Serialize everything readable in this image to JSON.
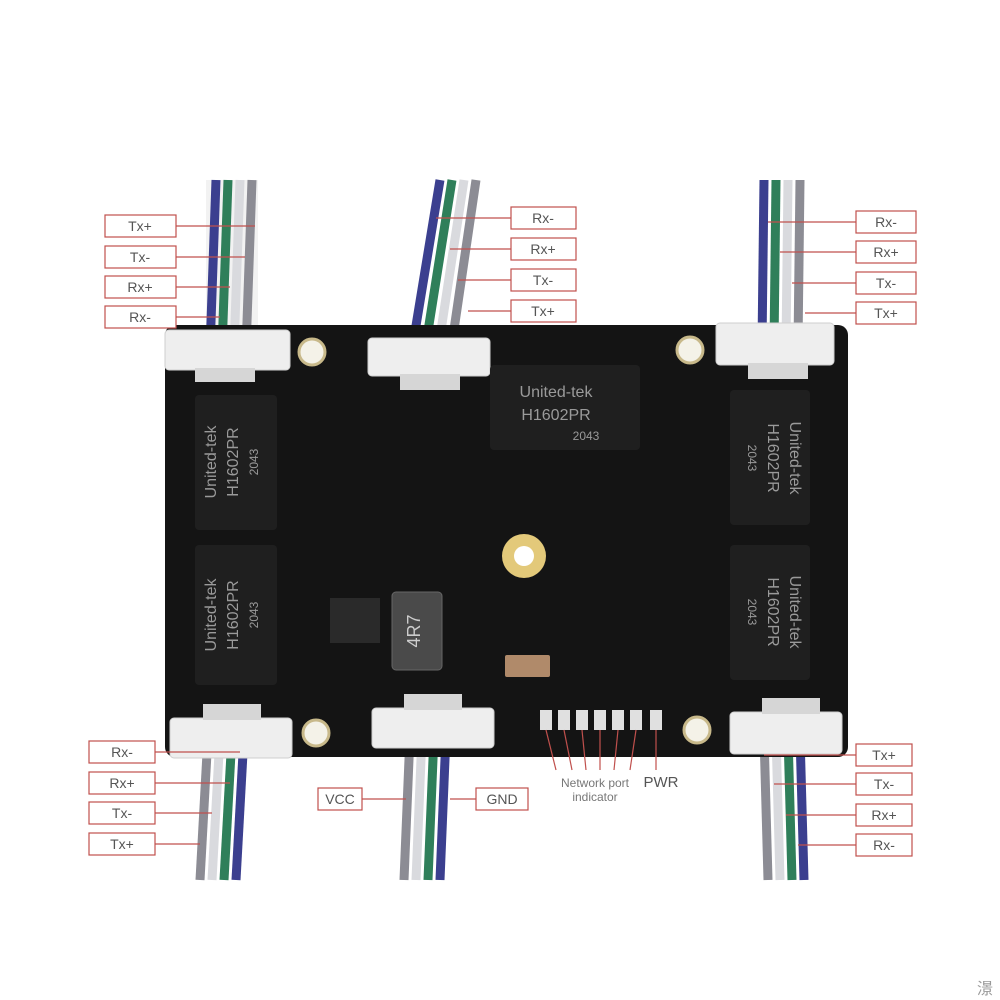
{
  "colors": {
    "board": "#141414",
    "label_border": "#c0504d",
    "wire_blue": "#3b3f8f",
    "wire_green": "#2f7f5a",
    "wire_white": "#d9dade",
    "wire_gray": "#8c8c94"
  },
  "ports": {
    "top_left": [
      "Tx+",
      "Tx-",
      "Rx+",
      "Rx-"
    ],
    "top_center": [
      "Rx-",
      "Rx+",
      "Tx-",
      "Tx+"
    ],
    "top_right": [
      "Rx-",
      "Rx+",
      "Tx-",
      "Tx+"
    ],
    "bottom_left": [
      "Rx-",
      "Rx+",
      "Tx-",
      "Tx+"
    ],
    "bottom_right": [
      "Tx+",
      "Tx-",
      "Rx+",
      "Rx-"
    ]
  },
  "power": {
    "vcc": "VCC",
    "gnd": "GND"
  },
  "indicators": {
    "network_line1": "Network port",
    "network_line2": "indicator",
    "pwr": "PWR"
  },
  "chip": {
    "brand": "United-tek",
    "model": "H1602PR",
    "code": "2043"
  },
  "inductor": "4R7",
  "corner_mark": "澋"
}
